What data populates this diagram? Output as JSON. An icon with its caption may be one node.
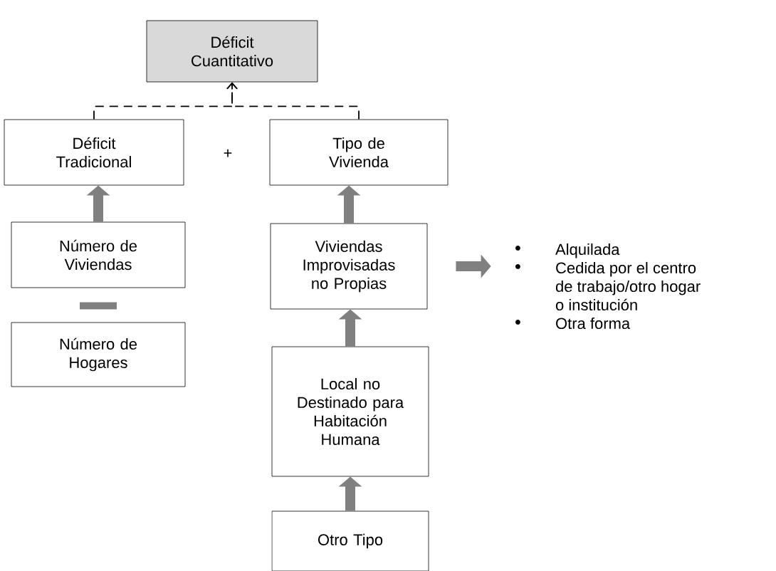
{
  "diagram": {
    "nodes": [
      {
        "text": [
          "Déficit Cuantitativo"
        ]
      },
      {
        "text": [
          "Déficit Tradicional"
        ]
      },
      {
        "text": [
          "Tipo de Vivienda"
        ]
      },
      {
        "text": [
          "Número de Viviendas"
        ]
      },
      {
        "text": [
          "Número de Hogares"
        ]
      },
      {
        "text": [
          "Viviendas Improvisadas no Propias"
        ]
      },
      {
        "text": [
          "Local no Destinado para Habitación Humana"
        ]
      },
      {
        "text": [
          "Otro Tipo"
        ]
      },
      {
        "text": [
          "Alquilada",
          "Cedida por el centro de trabajo/otro hogar o institución",
          "Otra forma"
        ]
      }
    ],
    "edges": [
      {
        "from": 1,
        "to": 0,
        "arrow": "to",
        "style": "dashed",
        "color": "#000000"
      },
      {
        "from": 2,
        "to": 0,
        "arrow": "to",
        "style": "dashed",
        "color": "#000000"
      },
      {
        "from": 3,
        "to": 1,
        "arrow": "to"
      },
      {
        "from": 4,
        "to": 3,
        "arrow": "none",
        "style": "thick"
      },
      {
        "from": 5,
        "to": 2,
        "arrow": "to"
      },
      {
        "from": 6,
        "to": 5,
        "arrow": "to"
      },
      {
        "from": 7,
        "to": 6,
        "arrow": "to"
      },
      {
        "from": 5,
        "to": 8,
        "arrow": "to"
      }
    ],
    "labels": [
      "+"
    ]
  }
}
